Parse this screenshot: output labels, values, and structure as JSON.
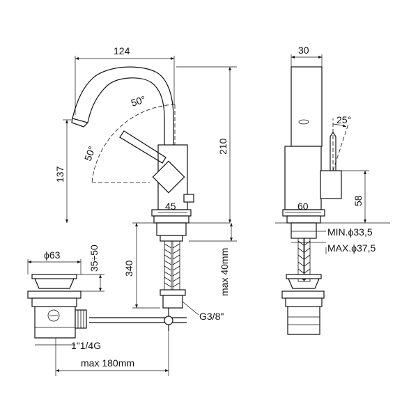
{
  "drawing": {
    "front": {
      "width_top": "124",
      "spout_angle": "50°",
      "handle_angle": "50°",
      "total_height": "210",
      "spout_height": "137",
      "body_width": "45",
      "below_deck": "340",
      "max_deck": "max 40mm",
      "connection": "G3/8\""
    },
    "side": {
      "top_width": "30",
      "lever_angle": "25°",
      "body_width": "60",
      "lever_height": "58",
      "hole_min": "MIN.ϕ33,5",
      "hole_max": "MAX.ϕ37,5"
    },
    "waste": {
      "diameter": "ϕ63",
      "stroke": "35÷50",
      "thread": "1\"1/4G",
      "max_length": "max 180mm"
    },
    "icons": [
      "dimension-arrow",
      "pop-up-waste",
      "flexible-hose"
    ]
  }
}
